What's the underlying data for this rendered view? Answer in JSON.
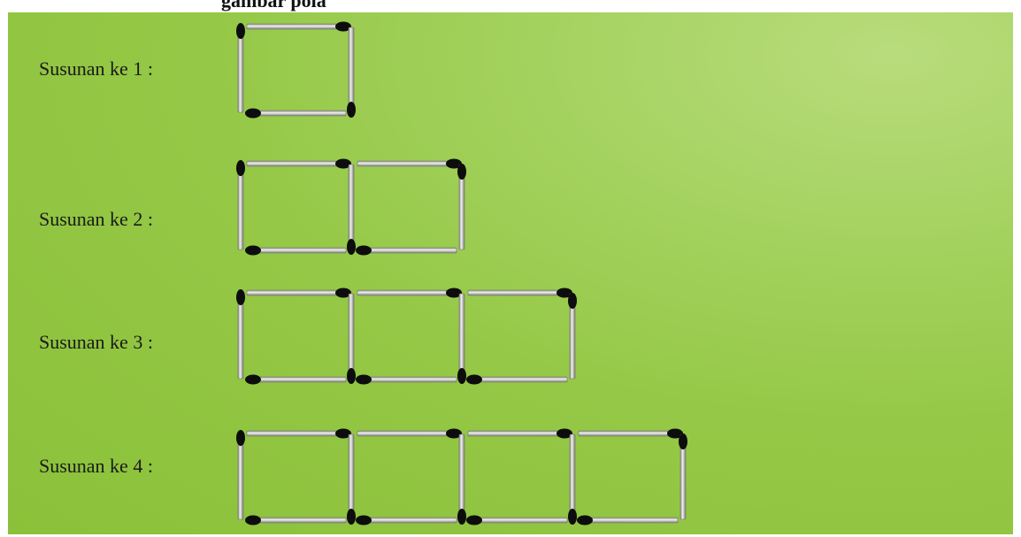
{
  "header": {
    "caption": "gambar pola"
  },
  "rows": [
    {
      "label": "Susunan ke 1 :",
      "squares": 1
    },
    {
      "label": "Susunan ke 2 :",
      "squares": 2
    },
    {
      "label": "Susunan ke 3 :",
      "squares": 3
    },
    {
      "label": "Susunan ke 4 :",
      "squares": 4
    }
  ],
  "colors": {
    "background": "#95c846",
    "stick_body": "#b9b9b3",
    "stick_head": "#0d0d0d"
  }
}
